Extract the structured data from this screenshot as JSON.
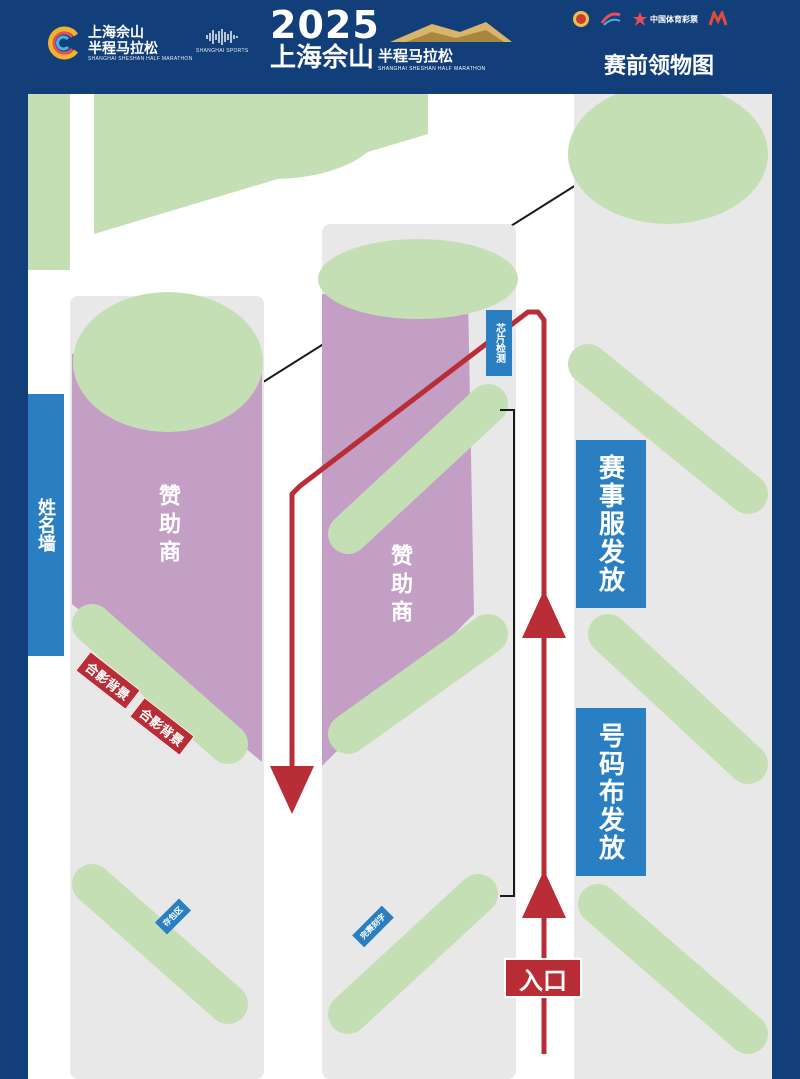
{
  "header": {
    "left_logo_title_line1": "上海佘山",
    "left_logo_title_line2": "半程马拉松",
    "left_logo_sub": "SHANGHAI SHESHAN HALF MARATHON",
    "sports_logo_text": "SHANGHAI SPORTS",
    "year": "2025",
    "title_main": "上海佘山",
    "title_side": "半程马拉松",
    "title_en": "SHANGHAI SHESHAN HALF MARATHON",
    "page_heading": "赛前领物图",
    "sponsor_text": "中国体育彩票"
  },
  "map": {
    "name_wall": "姓名墙",
    "sponsor_left": "赞助商",
    "sponsor_right": "赞助商",
    "chip_check": "芯片检测",
    "race_shirt": "赛事服发放",
    "bib": "号码布发放",
    "photo_bg_1": "合影背景",
    "photo_bg_2": "合影背景",
    "booth_left": "存包区",
    "booth_right": "完赛刻字",
    "entrance": "入口"
  },
  "colors": {
    "background": "#123f7a",
    "road": "#ffffff",
    "block": "#e8e8e8",
    "tree": "#c5dfb5",
    "sponsor": "#c49fc5",
    "route": "#b92d37",
    "label_blue": "#2a7fc3"
  }
}
